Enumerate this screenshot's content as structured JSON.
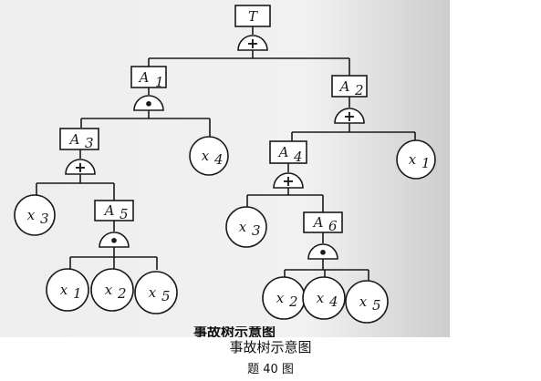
{
  "diagram": {
    "top_event": "T",
    "intermediate_events": {
      "A1": {
        "letter": "A",
        "subscript": "1"
      },
      "A2": {
        "letter": "A",
        "subscript": "2"
      },
      "A3": {
        "letter": "A",
        "subscript": "3"
      },
      "A4": {
        "letter": "A",
        "subscript": "4"
      },
      "A5": {
        "letter": "A",
        "subscript": "5"
      },
      "A6": {
        "letter": "A",
        "subscript": "6"
      }
    },
    "gate_symbols": {
      "or": "+",
      "and": "•"
    },
    "gates": {
      "T": "or",
      "A1": "and",
      "A2": "or",
      "A3": "or",
      "A4": "or",
      "A5": "and",
      "A6": "and"
    },
    "basic_events": {
      "x1": {
        "letter": "x",
        "subscript": "1"
      },
      "x2": {
        "letter": "x",
        "subscript": "2"
      },
      "x3": {
        "letter": "x",
        "subscript": "3"
      },
      "x4": {
        "letter": "x",
        "subscript": "4"
      },
      "x5": {
        "letter": "x",
        "subscript": "5"
      }
    },
    "structure": {
      "T": [
        "A1",
        "A2"
      ],
      "A1": [
        "A3",
        "x4"
      ],
      "A2": [
        "A4",
        "x1"
      ],
      "A3": [
        "x3",
        "A5"
      ],
      "A4": [
        "x3",
        "A6"
      ],
      "A5": [
        "x1",
        "x2",
        "x5"
      ],
      "A6": [
        "x2",
        "x4",
        "x5"
      ]
    }
  },
  "caption": {
    "title": "事故树示意图",
    "figure_number": "题 40 图"
  }
}
